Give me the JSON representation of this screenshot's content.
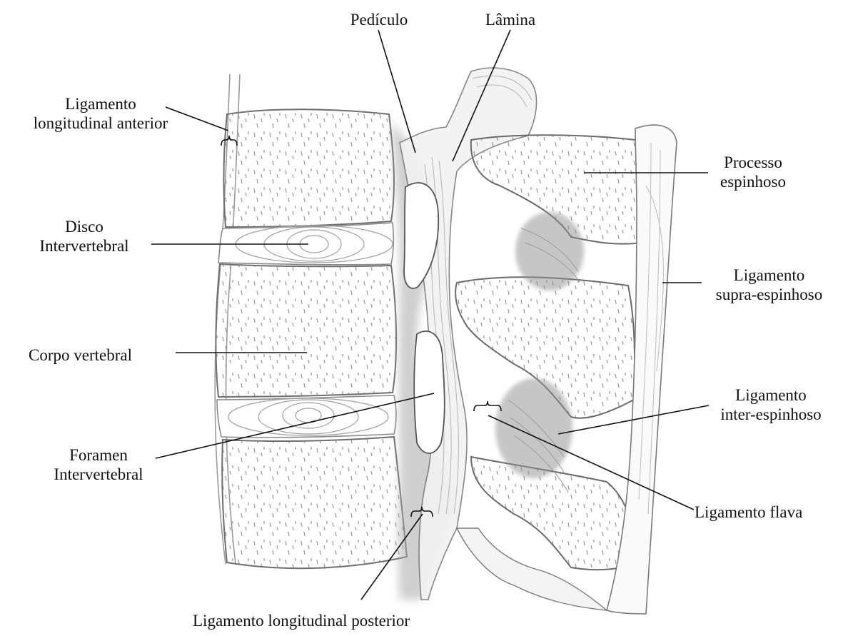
{
  "colors": {
    "pencil": "#7a7a7a",
    "pencil_light": "#b8b8b8",
    "shade": "#9a9a9a",
    "leader": "#111111",
    "background": "#ffffff"
  },
  "labels": {
    "pediculo": "Pedículo",
    "lamina": "Lâmina",
    "lla_line1": "Ligamento",
    "lla_line2": "longitudinal anterior",
    "processo_line1": "Processo",
    "processo_line2": "espinhoso",
    "disco_line1": "Disco",
    "disco_line2": "Intervertebral",
    "supra_line1": "Ligamento",
    "supra_line2": "supra-espinhoso",
    "corpo": "Corpo vertebral",
    "inter_line1": "Ligamento",
    "inter_line2": "inter-espinhoso",
    "foramen_line1": "Foramen",
    "foramen_line2": "Intervertebral",
    "flava": "Ligamento flava",
    "llp": "Ligamento longitudinal posterior"
  }
}
